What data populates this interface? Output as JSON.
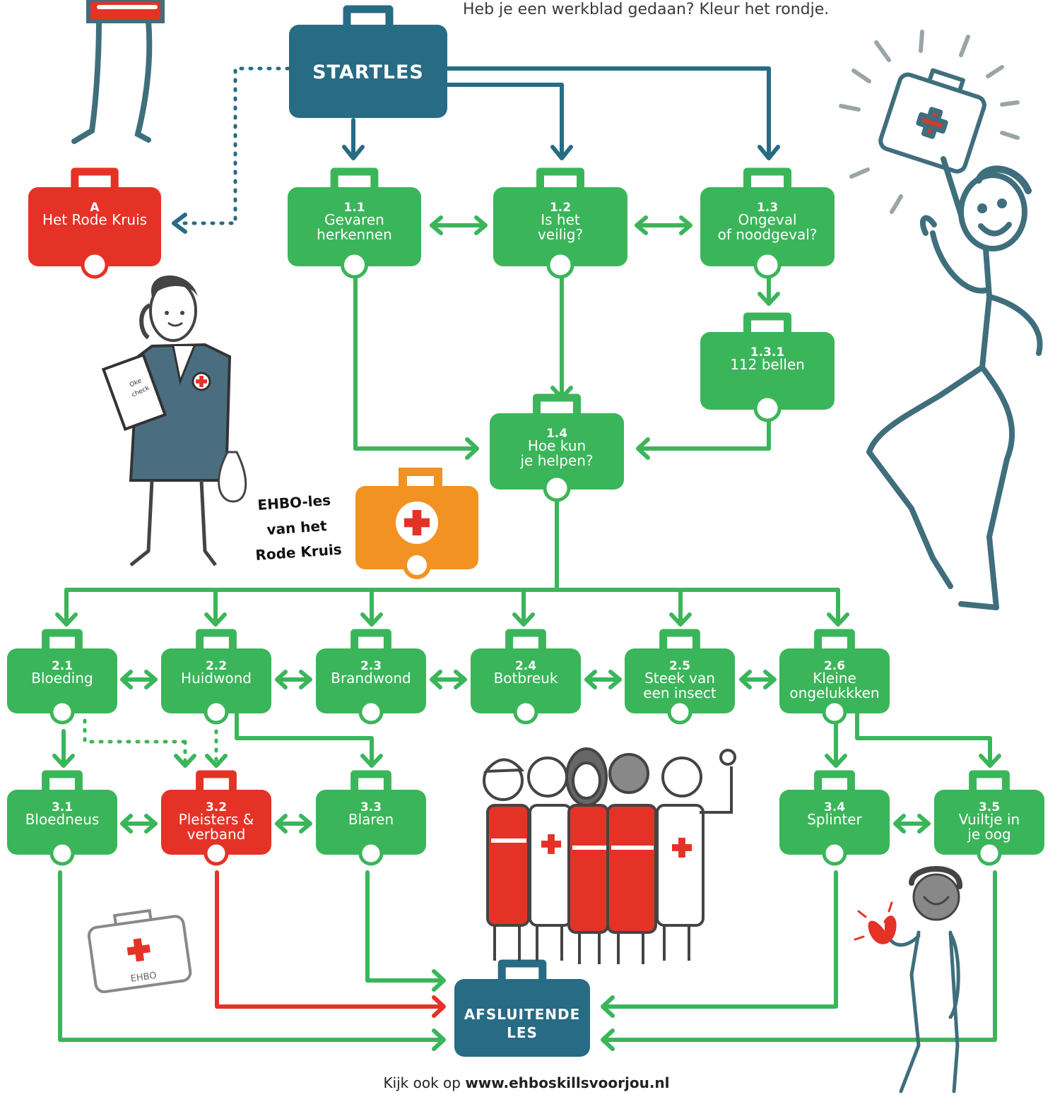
{
  "instruction": "Heb je een werkblad gedaan? Kleur het rondje.",
  "footer": {
    "prefix": "Kijk ook op ",
    "link": "www.ehboskillsvoorjou.nl"
  },
  "illustration_text": {
    "ehbo_les": [
      "EHBO-les",
      "van het",
      "Rode Kruis"
    ],
    "clipboard": [
      "Oke",
      "check"
    ],
    "kit_label": "EHBO"
  },
  "colors": {
    "green": "#3bb55a",
    "teal": "#276b84",
    "red": "#e53227",
    "orange": "#f29222"
  },
  "kits": [
    {
      "id": "startles",
      "num": "",
      "lines": [
        "STARTLES"
      ],
      "color": "teal",
      "style": "big"
    },
    {
      "id": "A",
      "num": "A",
      "lines": [
        "Het Rode Kruis"
      ],
      "color": "red"
    },
    {
      "id": "1.1",
      "num": "1.1",
      "lines": [
        "Gevaren",
        "herkennen"
      ],
      "color": "green"
    },
    {
      "id": "1.2",
      "num": "1.2",
      "lines": [
        "Is het",
        "veilig?"
      ],
      "color": "green"
    },
    {
      "id": "1.3",
      "num": "1.3",
      "lines": [
        "Ongeval",
        "of noodgeval?"
      ],
      "color": "green"
    },
    {
      "id": "1.3.1",
      "num": "1.3.1",
      "lines": [
        "112 bellen"
      ],
      "color": "green"
    },
    {
      "id": "1.4",
      "num": "1.4",
      "lines": [
        "Hoe kun",
        "je helpen?"
      ],
      "color": "green"
    },
    {
      "id": "2.1",
      "num": "2.1",
      "lines": [
        "Bloeding"
      ],
      "color": "green"
    },
    {
      "id": "2.2",
      "num": "2.2",
      "lines": [
        "Huidwond"
      ],
      "color": "green"
    },
    {
      "id": "2.3",
      "num": "2.3",
      "lines": [
        "Brandwond"
      ],
      "color": "green"
    },
    {
      "id": "2.4",
      "num": "2.4",
      "lines": [
        "Botbreuk"
      ],
      "color": "green"
    },
    {
      "id": "2.5",
      "num": "2.5",
      "lines": [
        "Steek van",
        "een insect"
      ],
      "color": "green"
    },
    {
      "id": "2.6",
      "num": "2.6",
      "lines": [
        "Kleine",
        "ongelukkken"
      ],
      "color": "green"
    },
    {
      "id": "3.1",
      "num": "3.1",
      "lines": [
        "Bloedneus"
      ],
      "color": "green"
    },
    {
      "id": "3.2",
      "num": "3.2",
      "lines": [
        "Pleisters &",
        "verband"
      ],
      "color": "red"
    },
    {
      "id": "3.3",
      "num": "3.3",
      "lines": [
        "Blaren"
      ],
      "color": "green"
    },
    {
      "id": "3.4",
      "num": "3.4",
      "lines": [
        "Splinter"
      ],
      "color": "green"
    },
    {
      "id": "3.5",
      "num": "3.5",
      "lines": [
        "Vuiltje in",
        "je oog"
      ],
      "color": "green"
    },
    {
      "id": "afsluitende",
      "num": "",
      "lines": [
        "AFSLUITENDE",
        "LES"
      ],
      "color": "teal",
      "style": "end"
    }
  ]
}
